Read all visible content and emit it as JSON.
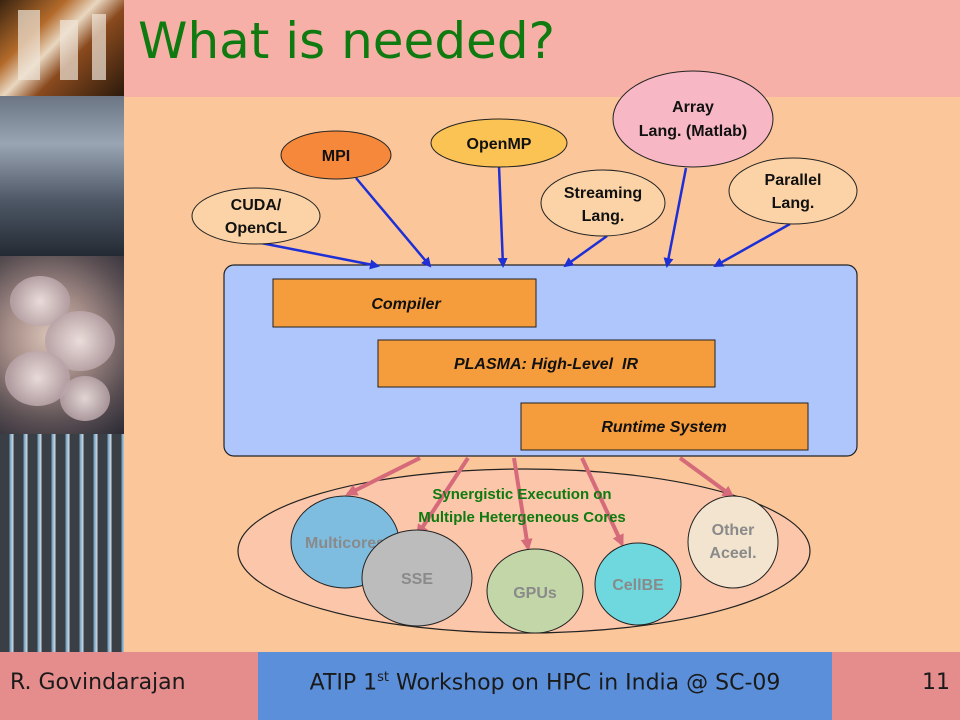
{
  "title": "What is needed?",
  "languages": [
    {
      "lines": [
        "CUDA/",
        "OpenCL"
      ],
      "fill": "#fbd3a6"
    },
    {
      "lines": [
        "MPI"
      ],
      "fill": "#f5883a"
    },
    {
      "lines": [
        "OpenMP"
      ],
      "fill": "#fbc254"
    },
    {
      "lines": [
        "Streaming",
        "Lang."
      ],
      "fill": "#fbd3a6"
    },
    {
      "lines": [
        "Array",
        "Lang. (Matlab)"
      ],
      "fill": "#f8b7c4"
    },
    {
      "lines": [
        "Parallel",
        "Lang."
      ],
      "fill": "#fbd3a6"
    }
  ],
  "layers": {
    "compiler": "Compiler",
    "ir": "PLASMA: High-Level  IR",
    "runtime": "Runtime System"
  },
  "execution": {
    "label_line1": "Synergistic Execution on",
    "label_line2": "Multiple Hetergeneous Cores"
  },
  "cores": [
    {
      "label": "Multicores",
      "fill": "#7fbde0"
    },
    {
      "label": "SSE",
      "fill": "#bcbcbc"
    },
    {
      "label": "GPUs",
      "fill": "#c3d6a8"
    },
    {
      "label": "CellBE",
      "fill": "#6fd8df"
    },
    {
      "label": "Other Aceel.",
      "lines": [
        "Other",
        "Aceel."
      ],
      "fill": "#f3e4cf"
    }
  ],
  "colors": {
    "title_green": "#0f7a0f",
    "panel_blue": "#aec6fb",
    "layer_orange": "#f59c3d",
    "arrow_blue": "#1f2fd6",
    "arrow_pink": "#d56a7a",
    "background": "#fbc79a"
  },
  "footer": {
    "presenter": "R. Govindarajan",
    "caption_pre": "ATIP 1",
    "caption_sup": "st",
    "caption_post": " Workshop on HPC in India @ SC-09",
    "slide_number": "11"
  }
}
